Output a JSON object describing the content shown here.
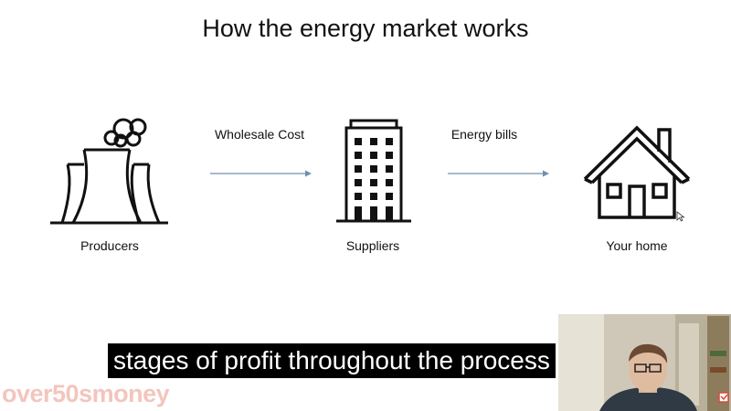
{
  "slide": {
    "title": "How the energy market works"
  },
  "nodes": [
    {
      "id": "producers",
      "label": "Producers",
      "icon": "power-plant-icon"
    },
    {
      "id": "suppliers",
      "label": "Suppliers",
      "icon": "office-building-icon"
    },
    {
      "id": "home",
      "label": "Your home",
      "icon": "house-icon"
    }
  ],
  "edges": [
    {
      "from": "producers",
      "to": "suppliers",
      "label": "Wholesale Cost"
    },
    {
      "from": "suppliers",
      "to": "home",
      "label": "Energy bills"
    }
  ],
  "caption": {
    "text": "stages of profit throughout the process"
  },
  "brand": {
    "logo_text": "over50smoney",
    "color": "#f3c5bd"
  },
  "colors": {
    "arrow": "#6f8fae",
    "icon_stroke": "#111111"
  }
}
